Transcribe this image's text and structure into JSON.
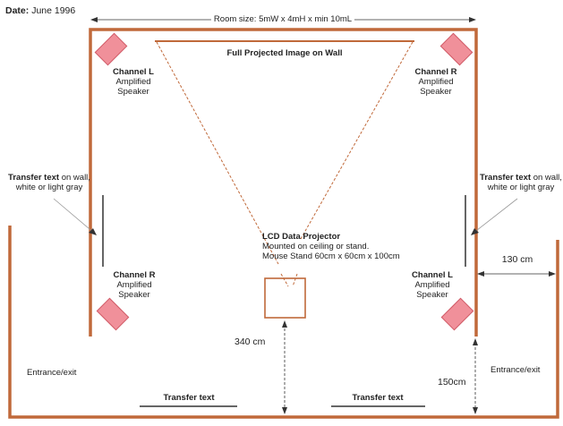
{
  "date": {
    "label": "Date:",
    "value": "June 1996"
  },
  "room_size": "Room size: 5mW x 4mH x min 10mL",
  "projected_image": "Full Projected Image on Wall",
  "speakers": {
    "top_left": {
      "channel": "Channel L",
      "line1": "Amplified",
      "line2": "Speaker"
    },
    "top_right": {
      "channel": "Channel R",
      "line1": "Amplified",
      "line2": "Speaker"
    },
    "bottom_left": {
      "channel": "Channel R",
      "line1": "Amplified",
      "line2": "Speaker"
    },
    "bottom_right": {
      "channel": "Channel L",
      "line1": "Amplified",
      "line2": "Speaker"
    }
  },
  "transfer_wall_left": {
    "bold": "Transfer text",
    "rest": " on wall,",
    "line2": "white or light gray"
  },
  "transfer_wall_right": {
    "bold": "Transfer text",
    "rest": " on wall,",
    "line2": "white or light gray"
  },
  "projector": {
    "title": "LCD Data Projector",
    "line1": "Mounted on ceiling or stand.",
    "line2": "Mouse Stand 60cm x 60cm x 100cm"
  },
  "dimensions": {
    "right_width": "130 cm",
    "projector_distance": "340 cm",
    "entrance_depth": "150cm"
  },
  "entrances": {
    "left": "Entrance/exit",
    "right": "Entrance/exit"
  },
  "floor_transfer": {
    "left": "Transfer text",
    "right": "Transfer text"
  },
  "colors": {
    "wall": "#c0693a",
    "speaker_fill": "#f0909a",
    "speaker_stroke": "#d05a66",
    "line": "#333333"
  }
}
